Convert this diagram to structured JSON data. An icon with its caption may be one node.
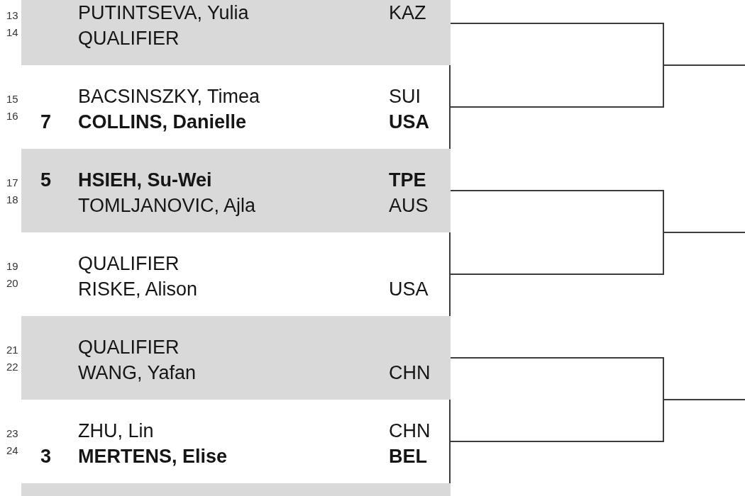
{
  "diagram": {
    "nodes": [
      {
        "text": [
          "PUTINTSEVA, Yulia",
          "KAZ",
          "QUALIFIER"
        ],
        "beside": [
          "13",
          "14"
        ]
      },
      {
        "text": [
          "BACSINSZKY, Timea",
          "SUI",
          "7",
          "COLLINS, Danielle",
          "USA"
        ],
        "beside": [
          "15",
          "16"
        ]
      },
      {
        "text": [
          "5",
          "HSIEH, Su-Wei",
          "TPE",
          "TOMLJANOVIC, Ajla",
          "AUS"
        ],
        "beside": [
          "17",
          "18"
        ]
      },
      {
        "text": [
          "QUALIFIER",
          "RISKE, Alison",
          "USA"
        ],
        "beside": [
          "19",
          "20"
        ]
      },
      {
        "text": [
          "QUALIFIER",
          "WANG, Yafan",
          "CHN"
        ],
        "beside": [
          "21",
          "22"
        ]
      },
      {
        "text": [
          "ZHU, Lin",
          "CHN",
          "3",
          "MERTENS, Elise",
          "BEL"
        ],
        "beside": [
          "23",
          "24"
        ]
      },
      {
        "text": [],
        "shape": "box"
      }
    ],
    "edges": [
      {
        "from": 0,
        "to": null,
        "arrow": "none"
      },
      {
        "from": 1,
        "to": null,
        "arrow": "none"
      },
      {
        "from": 2,
        "to": null,
        "arrow": "none"
      },
      {
        "from": 3,
        "to": null,
        "arrow": "none"
      },
      {
        "from": 4,
        "to": null,
        "arrow": "none"
      },
      {
        "from": 5,
        "to": null,
        "arrow": "none"
      }
    ]
  }
}
